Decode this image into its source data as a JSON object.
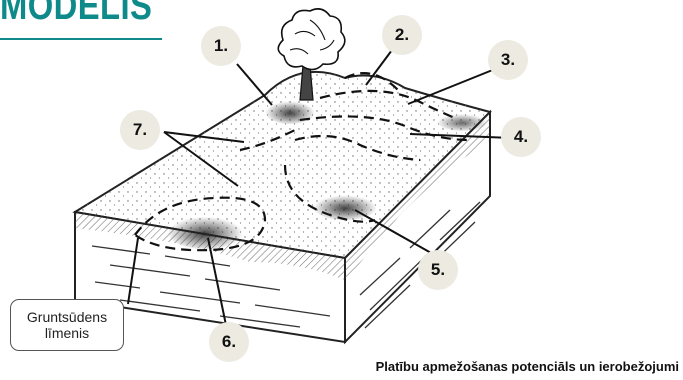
{
  "header": {
    "title": "MODELIS"
  },
  "markers": {
    "m1": "1.",
    "m2": "2.",
    "m3": "3.",
    "m4": "4.",
    "m5": "5.",
    "m6": "6.",
    "m7": "7."
  },
  "callout": {
    "line1": "Gruntsūdens",
    "line2": "līmenis"
  },
  "caption": "Platību apmežošanas potenciāls un ierobežojumi",
  "colors": {
    "accent": "#0f8a8a",
    "marker_bg": "#eceae1",
    "ink": "#222222"
  }
}
